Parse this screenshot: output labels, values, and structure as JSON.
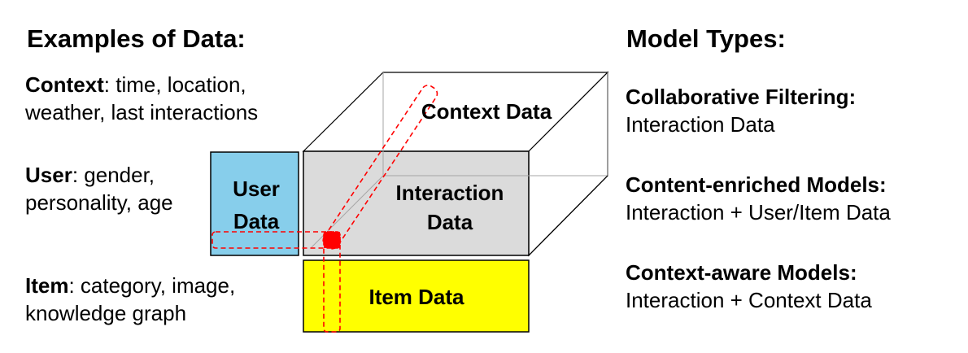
{
  "left": {
    "title": "Examples of Data:",
    "groups": [
      {
        "key": "Context",
        "sep": ":",
        "line1": " time, location,",
        "line2": "weather, last interactions"
      },
      {
        "key": "User",
        "sep": ":",
        "line1": " gender,",
        "line2": "personality, age"
      },
      {
        "key": "Item",
        "sep": ":",
        "line1": " category, image,",
        "line2": "knowledge graph"
      }
    ]
  },
  "diagram": {
    "context_label": "Context Data",
    "interaction_label_1": "Interaction",
    "interaction_label_2": "Data",
    "user_label_1": "User",
    "user_label_2": "Data",
    "item_label": "Item Data",
    "colors": {
      "user_fill": "#87CEEB",
      "interaction_fill": "#D9D9D9",
      "item_fill": "#FFFF00",
      "highlight": "#FF0000",
      "edge": "#000000",
      "hidden_edge": "#A6A6A6"
    }
  },
  "right": {
    "title": "Model Types:",
    "models": [
      {
        "name": "Collaborative Filtering:",
        "desc": "Interaction Data"
      },
      {
        "name": "Content-enriched Models:",
        "desc": "Interaction + User/Item Data"
      },
      {
        "name": "Context-aware Models:",
        "desc": "Interaction + Context Data"
      }
    ]
  }
}
